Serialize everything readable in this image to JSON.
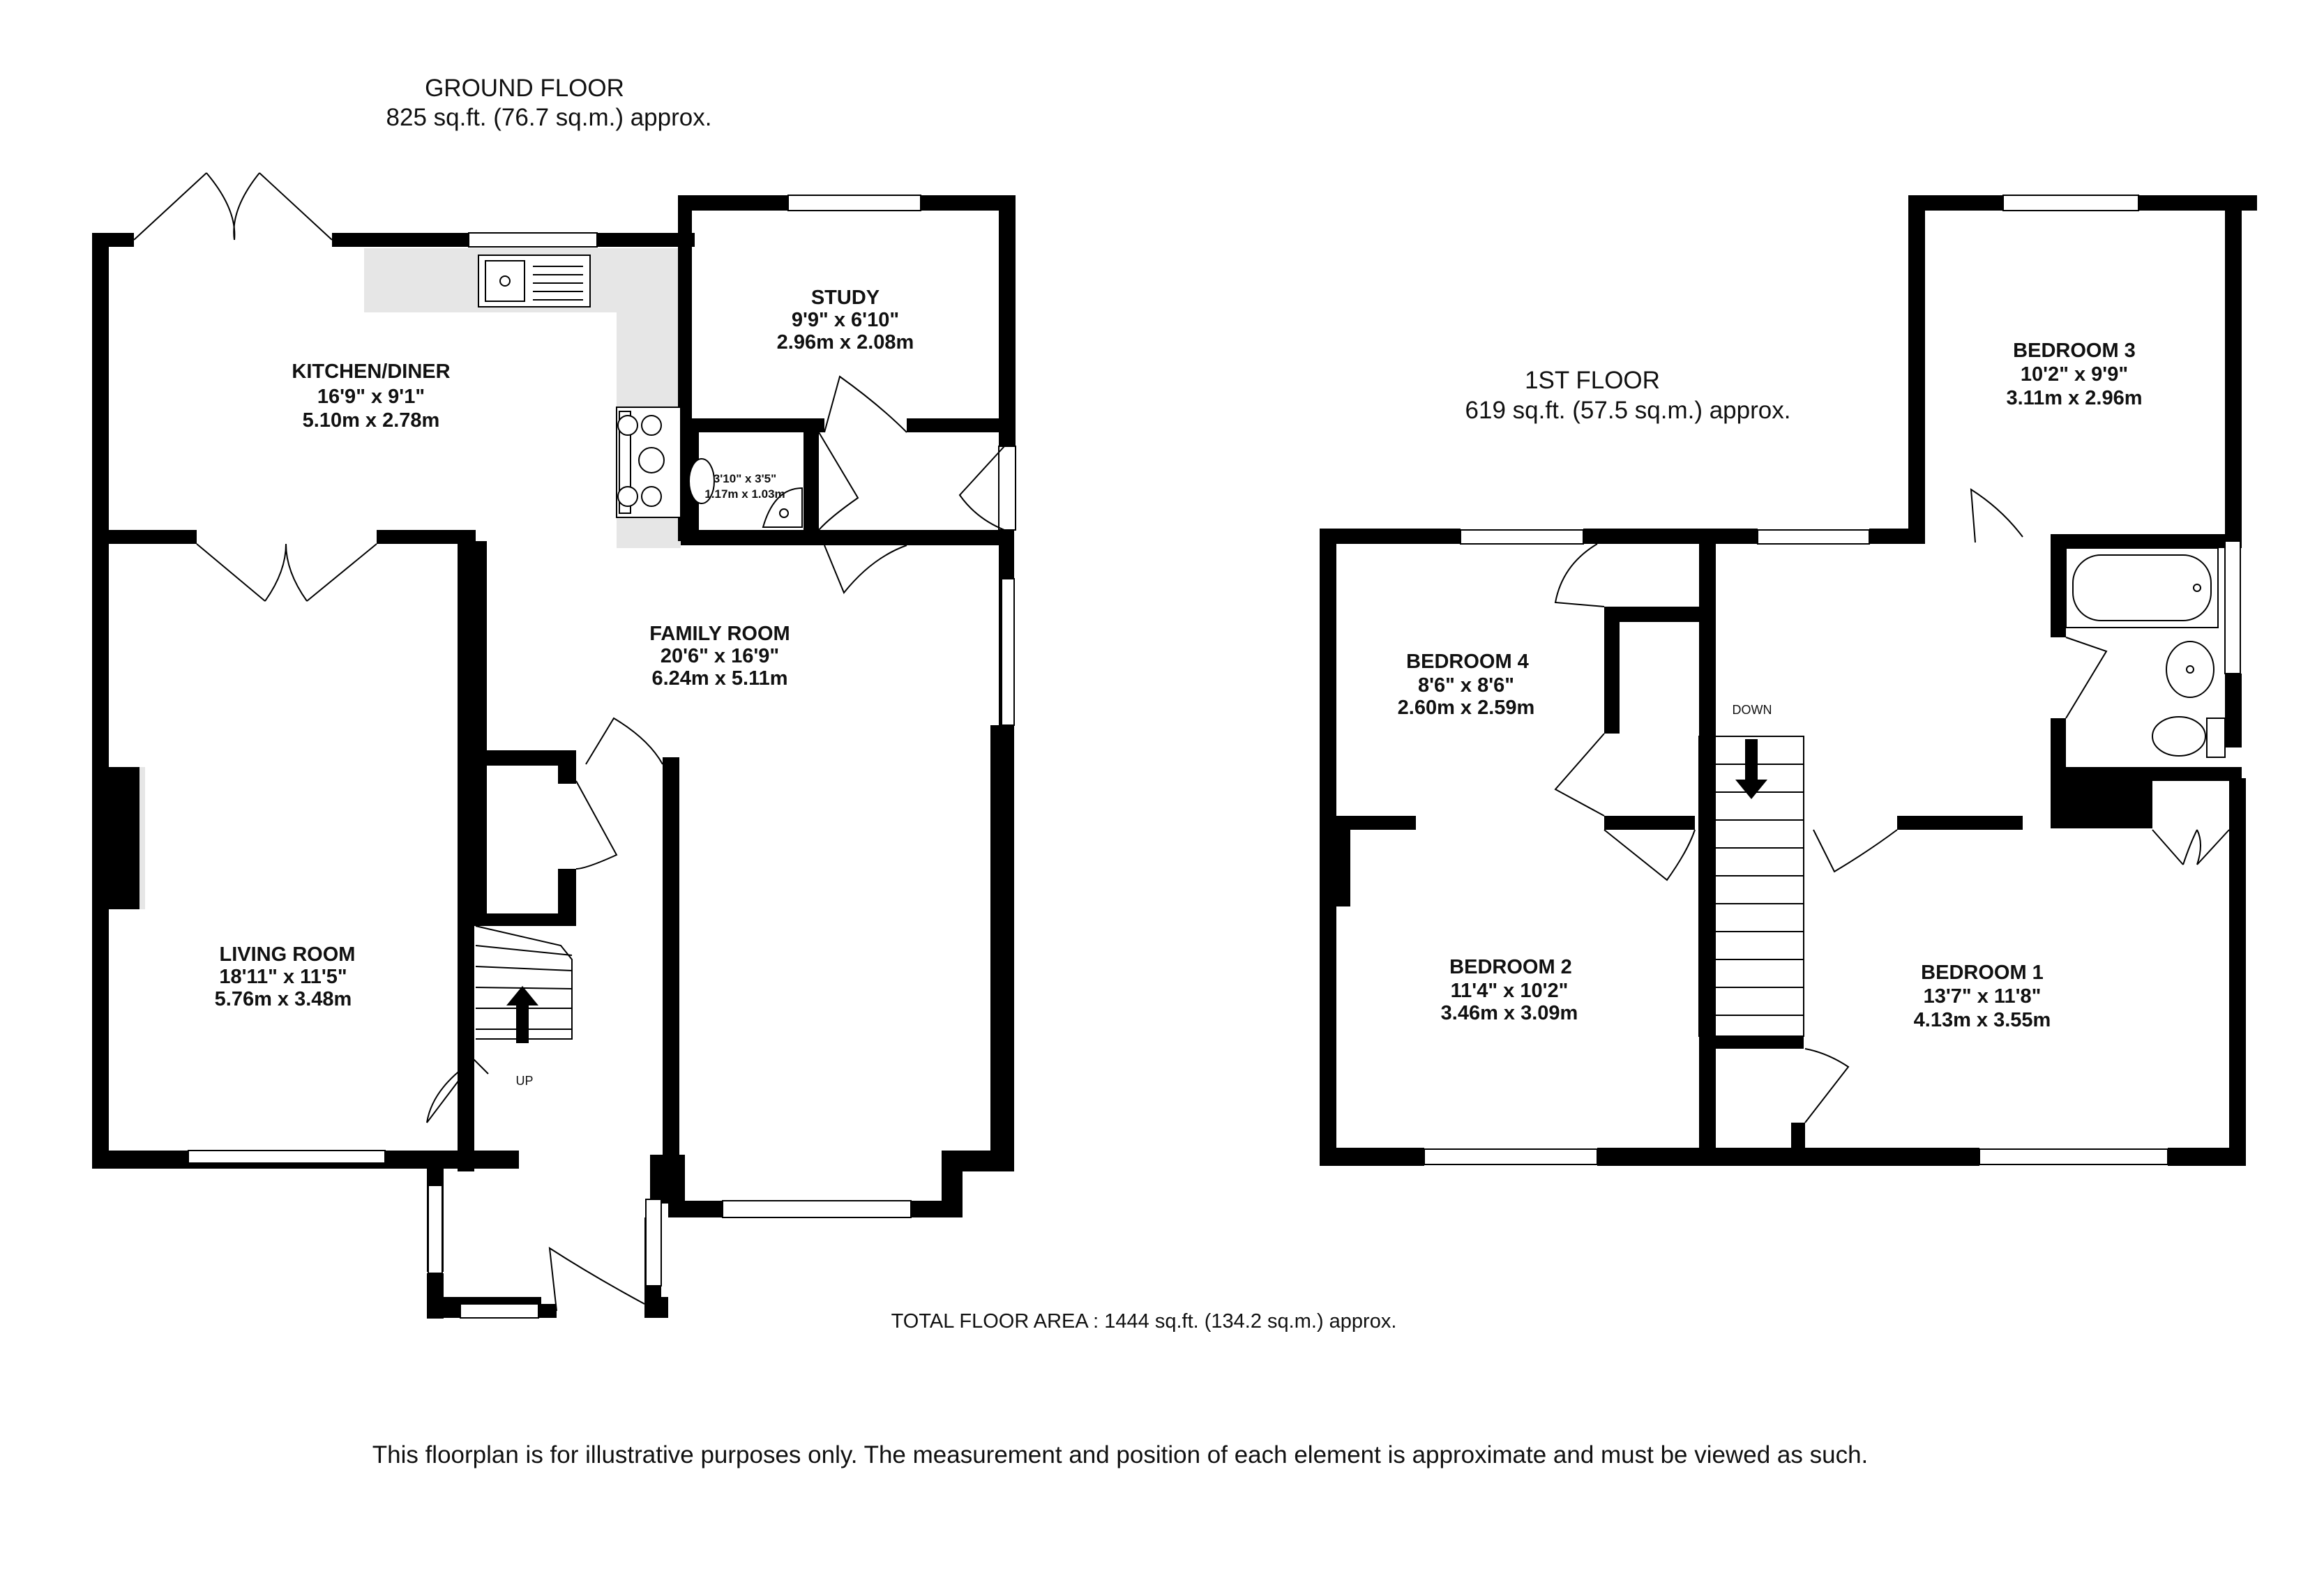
{
  "colors": {
    "wall": "#000000",
    "worktop": "#e6e6e6",
    "background": "#ffffff"
  },
  "ground_floor": {
    "title": "GROUND FLOOR",
    "area": "825 sq.ft. (76.7 sq.m.) approx.",
    "rooms": {
      "kitchen": {
        "name": "KITCHEN/DINER",
        "imperial": "16'9\" x 9'1\"",
        "metric": "5.10m x 2.78m"
      },
      "study": {
        "name": "STUDY",
        "imperial": "9'9\" x 6'10\"",
        "metric": "2.96m x 2.08m"
      },
      "wc": {
        "imperial": "3'10\" x 3'5\"",
        "metric": "1.17m x 1.03m"
      },
      "family": {
        "name": "FAMILY ROOM",
        "imperial": "20'6\" x 16'9\"",
        "metric": "6.24m x 5.11m"
      },
      "living": {
        "name": "LIVING ROOM",
        "imperial": "18'11\" x 11'5\"",
        "metric": "5.76m x 3.48m"
      }
    },
    "stair_label": "UP"
  },
  "first_floor": {
    "title": "1ST FLOOR",
    "area": "619 sq.ft. (57.5 sq.m.) approx.",
    "rooms": {
      "bedroom3": {
        "name": "BEDROOM 3",
        "imperial": "10'2\" x 9'9\"",
        "metric": "3.11m x 2.96m"
      },
      "bedroom4": {
        "name": "BEDROOM 4",
        "imperial": "8'6\" x 8'6\"",
        "metric": "2.60m x 2.59m"
      },
      "bedroom2": {
        "name": "BEDROOM 2",
        "imperial": "11'4\" x 10'2\"",
        "metric": "3.46m x 3.09m"
      },
      "bedroom1": {
        "name": "BEDROOM 1",
        "imperial": "13'7\" x 11'8\"",
        "metric": "4.13m x 3.55m"
      }
    },
    "stair_label": "DOWN"
  },
  "total_area": "TOTAL FLOOR AREA : 1444 sq.ft. (134.2 sq.m.) approx.",
  "disclaimer": "This floorplan is for illustrative purposes only. The measurement and position of each element is approximate and must be viewed as such."
}
